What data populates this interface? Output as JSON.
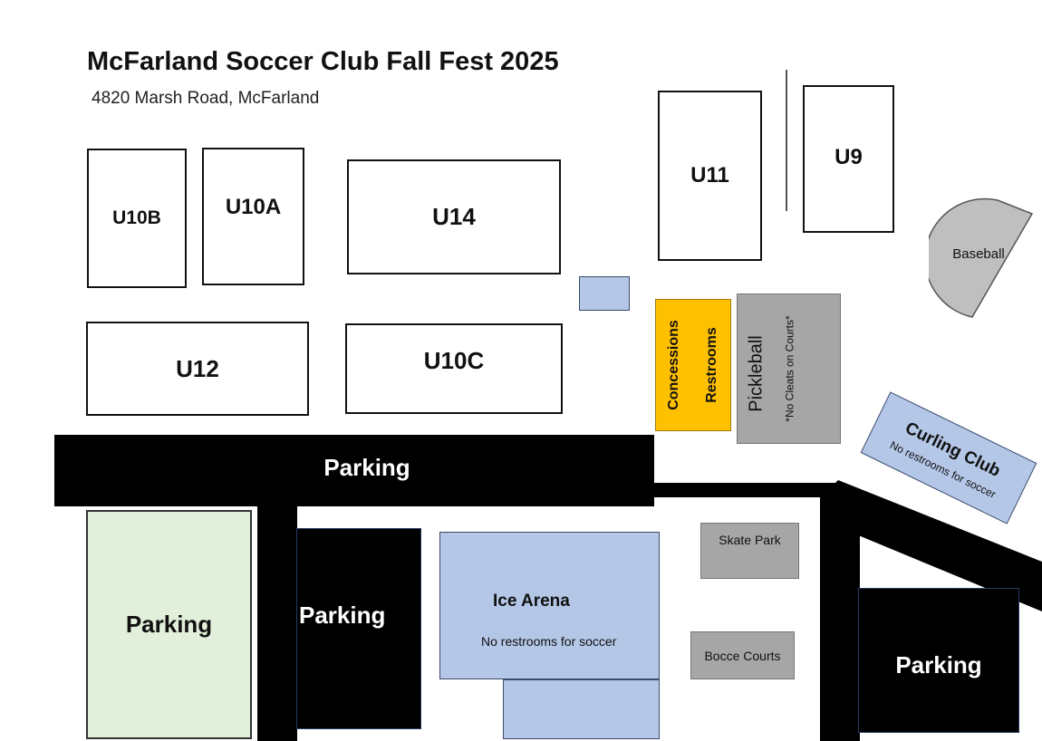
{
  "header": {
    "title": "McFarland Soccer Club Fall Fest 2025",
    "address": "4820 Marsh Road, McFarland"
  },
  "fields": {
    "u10b": "U10B",
    "u10a": "U10A",
    "u14": "U14",
    "u11": "U11",
    "u9": "U9",
    "u12": "U12",
    "u10c": "U10C"
  },
  "facilities": {
    "baseball": "Baseball",
    "concessions": "Concessions",
    "restrooms": "Restrooms",
    "pickleball": "Pickleball",
    "pickleball_note": "*No Cleats on Courts*",
    "curling_club": "Curling Club",
    "curling_note": "No restrooms for soccer",
    "skate_park": "Skate Park",
    "ice_arena": "Ice Arena",
    "ice_note": "No restrooms for soccer",
    "bocce": "Bocce Courts"
  },
  "parking": {
    "main": "Parking",
    "green_lot": "Parking",
    "center_lot": "Parking",
    "east_lot": "Parking"
  },
  "colors": {
    "concessions": "#ffc000",
    "facility_gray": "#a6a6a6",
    "facility_blue": "#b4c7e7",
    "green_lot": "#e2efda",
    "road": "#000000"
  }
}
